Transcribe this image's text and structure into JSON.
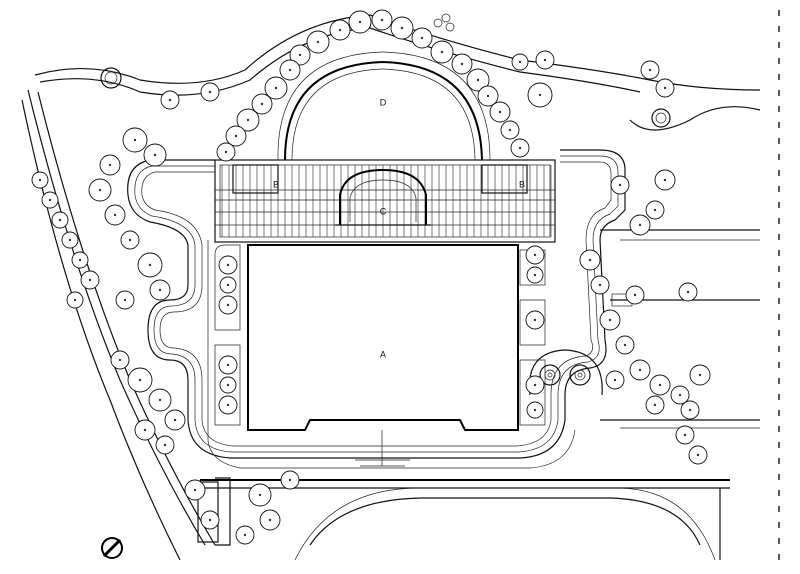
{
  "labels": {
    "a": "A",
    "b": "B",
    "c": "C",
    "d": "D"
  },
  "colors": {
    "ink": "#111111",
    "paper": "#ffffff"
  },
  "icons": {
    "north_arrow": "north-arrow-icon"
  }
}
